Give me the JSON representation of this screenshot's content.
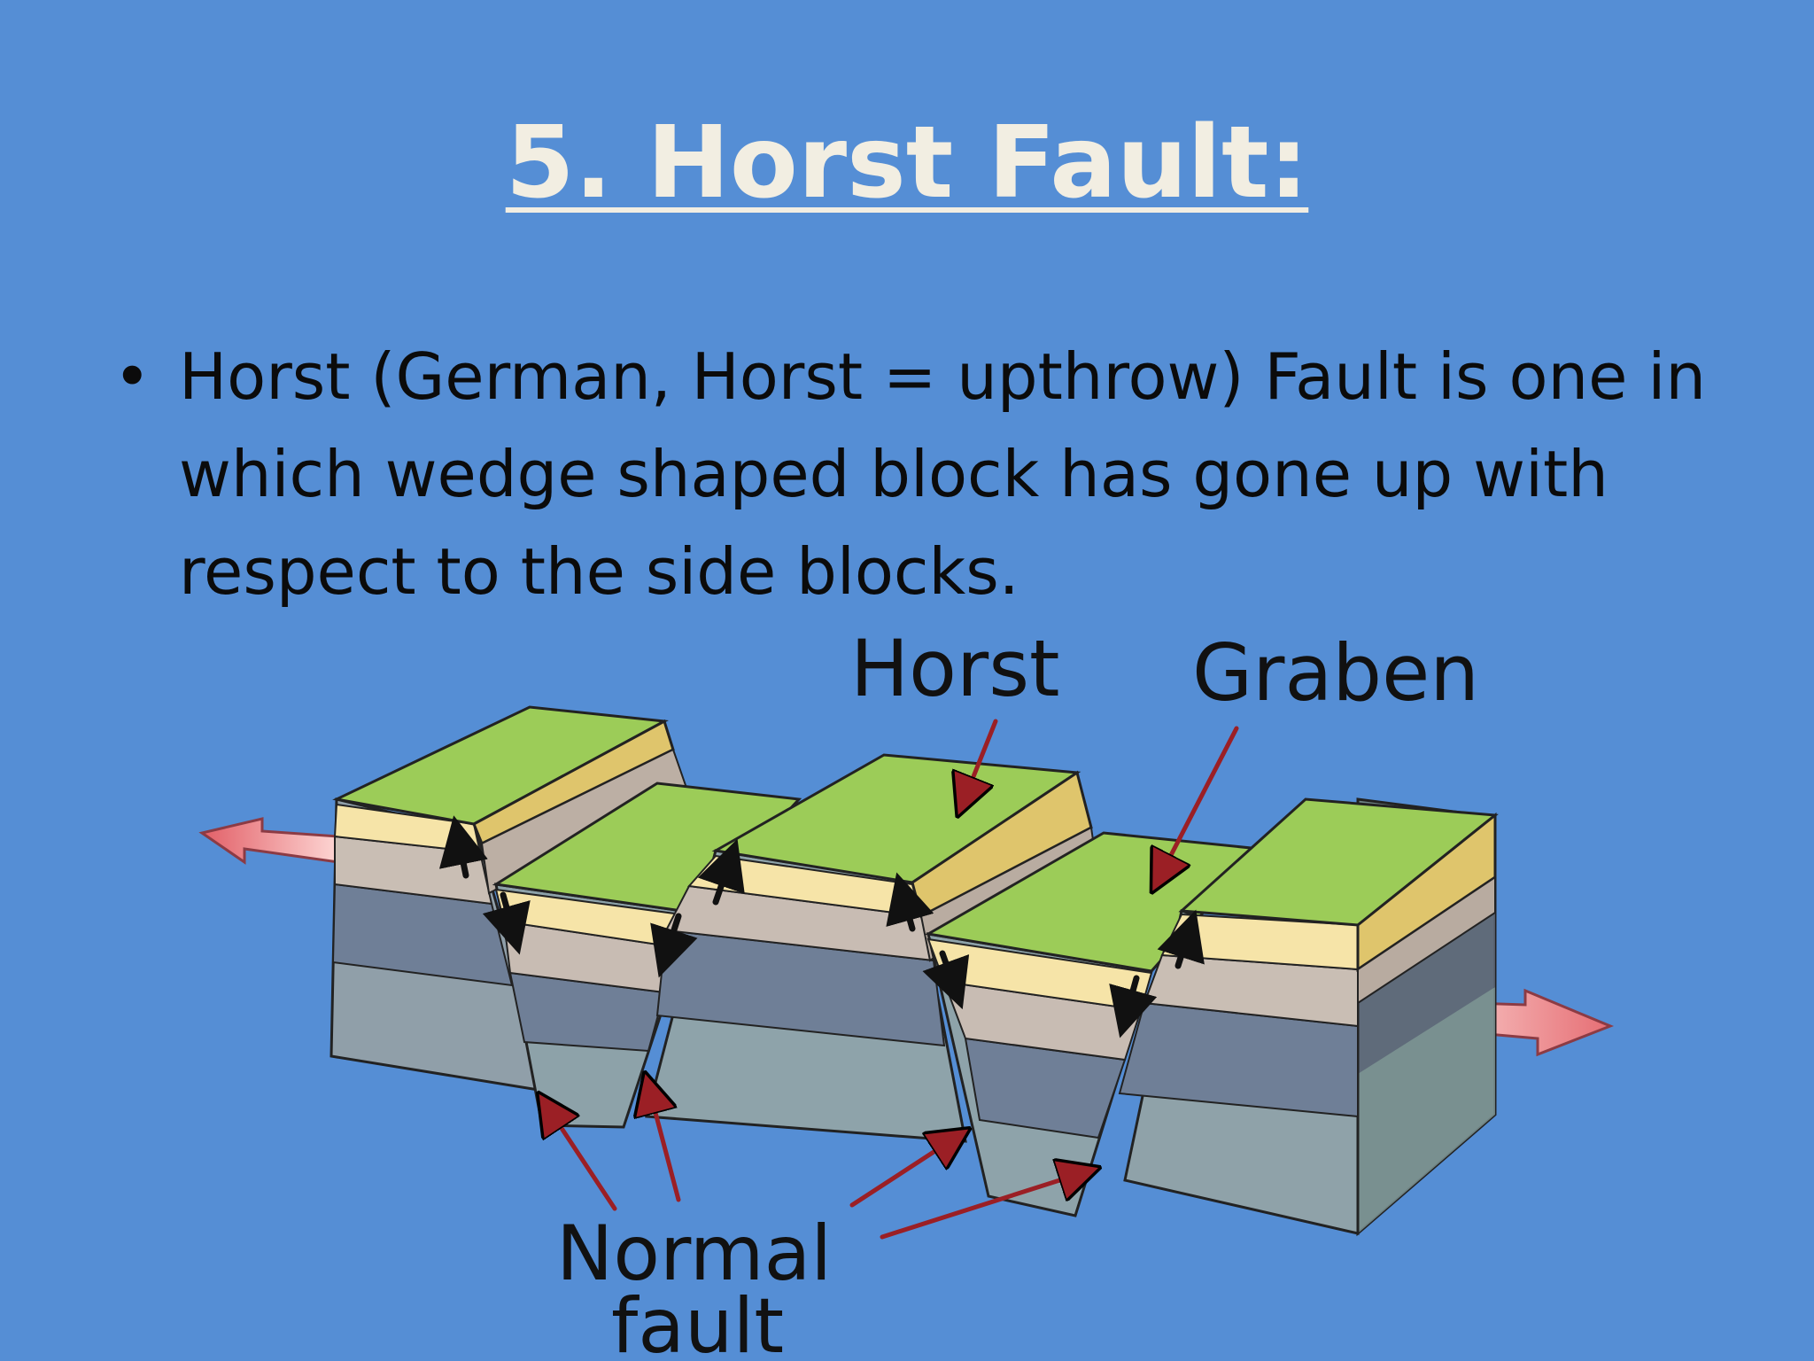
{
  "slide": {
    "title": "5. Horst Fault:",
    "bullets": [
      "Horst (German, Horst = upthrow) Fault is one in which wedge shaped block has gone up with respect to the side blocks."
    ]
  },
  "diagram": {
    "labels": {
      "horst": "Horst",
      "graben": "Graben",
      "normal": "Normal",
      "fault": "fault"
    }
  },
  "colors": {
    "background": "#558ed5",
    "title": "#f2eee2",
    "top_surface": "#9ccc58",
    "yellow_layer": "#f4e3a0",
    "tan_layer": "#c8bcb3",
    "slate_layer": "#6d7d94",
    "gray_layer": "#8ea3aa",
    "arrow_red": "#9b1f25",
    "pink_arrow": "#e97f86"
  }
}
